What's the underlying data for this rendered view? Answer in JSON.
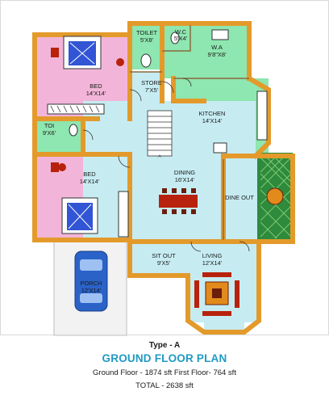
{
  "plan": {
    "rooms": [
      {
        "id": "toilet-top",
        "name": "TOILET",
        "size": "5'X8'"
      },
      {
        "id": "wc",
        "name": "W.C",
        "size": "5'X4'"
      },
      {
        "id": "wa",
        "name": "W.A",
        "size": "9'8\"X8'"
      },
      {
        "id": "bed-1",
        "name": "BED",
        "size": "14'X14'"
      },
      {
        "id": "store",
        "name": "STORE",
        "size": "7'X5'"
      },
      {
        "id": "kitchen",
        "name": "KITCHEN",
        "size": "14'X14'"
      },
      {
        "id": "toi",
        "name": "TOI",
        "size": "9'X6'"
      },
      {
        "id": "bed-2",
        "name": "BED",
        "size": "14'X14'"
      },
      {
        "id": "dining",
        "name": "DINING",
        "size": "16'X14'"
      },
      {
        "id": "dine-out",
        "name": "DINE OUT",
        "size": ""
      },
      {
        "id": "sit-out",
        "name": "SIT OUT",
        "size": "9'X5'"
      },
      {
        "id": "living",
        "name": "LIVING",
        "size": "12'X14'"
      },
      {
        "id": "porch",
        "name": "PORCH",
        "size": "12'X14'"
      }
    ],
    "stair_symbol": "^",
    "colors": {
      "wall": "#e39a2b",
      "bedroom": "#f2b5d9",
      "wet_area": "#8ee6b0",
      "hall": "#c6ecf2",
      "porch": "#f2f2f2",
      "car": "#2a62c8",
      "bed": "#3155d4",
      "table": "#b8220c",
      "garden": "#2e8a3c"
    }
  },
  "caption": {
    "type_label": "Type - A",
    "title": "GROUND FLOOR PLAN",
    "areas": "Ground Floor - 1874 sft  First Floor- 764 sft",
    "total": "TOTAL - 2638 sft"
  }
}
